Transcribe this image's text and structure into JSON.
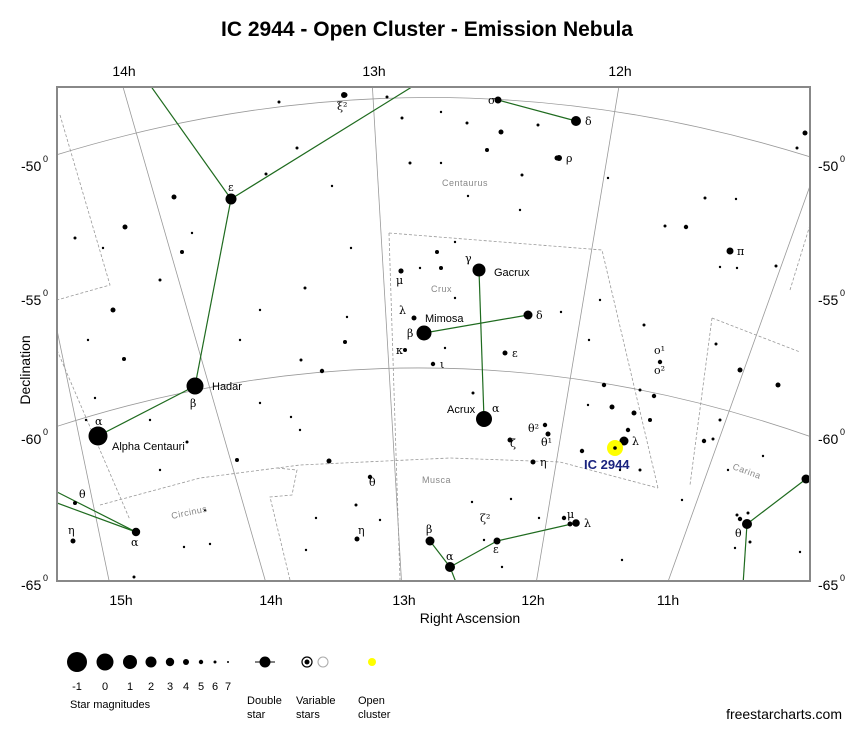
{
  "title": "IC 2944 - Open Cluster - Emission Nebula",
  "credit": "freestarcharts.com",
  "axes": {
    "xlabel": "Right Ascension",
    "ylabel": "Declination",
    "ra_top": [
      "14h",
      "13h",
      "12h"
    ],
    "ra_bottom": [
      "15h",
      "14h",
      "13h",
      "12h",
      "11h"
    ],
    "dec_ticks": [
      "-50",
      "-55",
      "-60",
      "-65"
    ],
    "dec_sup": "0"
  },
  "constellations": {
    "centaurus": "Centaurus",
    "crux": "Crux",
    "musca": "Musca",
    "circinus": "Circinus",
    "carina": "Carina"
  },
  "named_stars": {
    "alpha_centauri": "Alpha Centauri",
    "hadar": "Hadar",
    "acrux": "Acrux",
    "mimosa": "Mimosa",
    "gacrux": "Gacrux"
  },
  "greek_labels": {
    "alpha_cen": "α",
    "beta_cen": "β",
    "epsilon_cen": "ε",
    "xi2_cen": "ξ²",
    "sigma_cen": "σ",
    "delta_cen": "δ",
    "rho_cen": "ρ",
    "pi_cen": "π",
    "gamma_cru": "γ",
    "delta_cru": "δ",
    "beta_cru": "β",
    "alpha_cru": "α",
    "epsilon_cru": "ε",
    "iota_cru": "ι",
    "kappa_cru": "κ",
    "lambda_cru": "λ",
    "mu_cru": "μ",
    "zeta_cru": "ζ",
    "eta_cru": "η",
    "theta1_cru": "θ¹",
    "theta2_cru": "θ²",
    "lambda_cen": "λ",
    "omicron1": "o¹",
    "omicron2": "o²",
    "theta_mus": "θ",
    "eta_mus": "η",
    "beta_mus": "β",
    "alpha_mus": "α",
    "zeta2_mus": "ζ²",
    "epsilon_mus": "ε",
    "mu_mus": "μ",
    "lambda_mus": "λ",
    "alpha_cir": "α",
    "theta_cir": "θ",
    "eta_cir": "η",
    "theta_car": "θ"
  },
  "target": {
    "label": "IC 2944",
    "color": "#ffff00"
  },
  "colors": {
    "constellation_line": "#1f6b1f",
    "grid": "#999999",
    "boundary": "#999999",
    "frame": "#888888"
  },
  "legend": {
    "magnitudes": [
      "-1",
      "0",
      "1",
      "2",
      "3",
      "4",
      "5",
      "6",
      "7"
    ],
    "magnitudes_label": "Star magnitudes",
    "double_l1": "Double",
    "double_l2": "star",
    "variable_l1": "Variable",
    "variable_l2": "stars",
    "open_l1": "Open",
    "open_l2": "cluster"
  }
}
